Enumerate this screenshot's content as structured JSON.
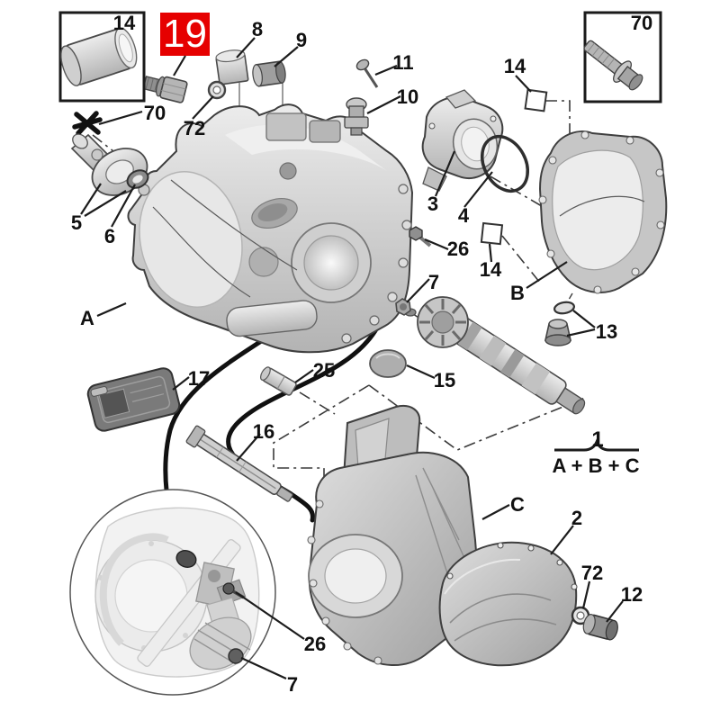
{
  "title": "Gearbox exploded parts diagram",
  "colors": {
    "highlight_bg": "#e60000",
    "highlight_fg": "#ffffff",
    "line": "#1c1c1c"
  },
  "callouts": [
    {
      "id": "inset-sleeve",
      "label": "14"
    },
    {
      "id": "highlighted-part",
      "label": "19"
    },
    {
      "id": "cap",
      "label": "8"
    },
    {
      "id": "bush",
      "label": "9"
    },
    {
      "id": "screw",
      "label": "11"
    },
    {
      "id": "speedo-sensor",
      "label": "10"
    },
    {
      "id": "square-top",
      "label": "14"
    },
    {
      "id": "inset-bolt",
      "label": "70"
    },
    {
      "id": "star-bolt",
      "label": "70"
    },
    {
      "id": "washer-top",
      "label": "72"
    },
    {
      "id": "guide-tube",
      "label": "5"
    },
    {
      "id": "seal",
      "label": "6"
    },
    {
      "id": "housing-a",
      "label": "A"
    },
    {
      "id": "rear-housing",
      "label": "3"
    },
    {
      "id": "o-ring",
      "label": "4"
    },
    {
      "id": "bolt-upper",
      "label": "26"
    },
    {
      "id": "square-mid",
      "label": "14"
    },
    {
      "id": "end-cover-b",
      "label": "B"
    },
    {
      "id": "nut-upper",
      "label": "7"
    },
    {
      "id": "drain-plug",
      "label": "13"
    },
    {
      "id": "rubber-pad",
      "label": "17"
    },
    {
      "id": "pin",
      "label": "25"
    },
    {
      "id": "shaft",
      "label": "15"
    },
    {
      "id": "slide-rail",
      "label": "16"
    },
    {
      "id": "assembly-number",
      "label": "1"
    },
    {
      "id": "assembly-formula",
      "label": "A + B + C"
    },
    {
      "id": "clutch-housing-c",
      "label": "C"
    },
    {
      "id": "cover-2",
      "label": "2"
    },
    {
      "id": "bolt-inset",
      "label": "26"
    },
    {
      "id": "nut-inset",
      "label": "7"
    },
    {
      "id": "washer-bottom",
      "label": "72"
    },
    {
      "id": "plug-12",
      "label": "12"
    }
  ]
}
